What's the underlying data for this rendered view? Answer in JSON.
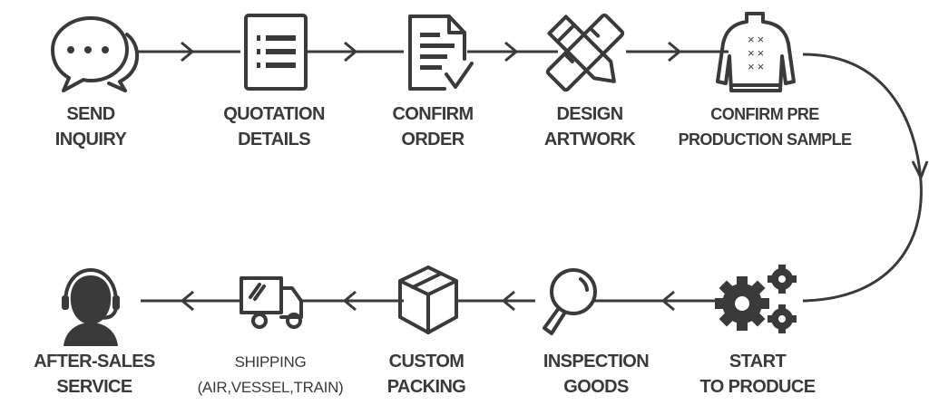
{
  "title": "Order process flow",
  "steps": [
    {
      "icon": "chat-bubbles-icon",
      "line1": "SEND",
      "line2": "INQUIRY"
    },
    {
      "icon": "list-document-icon",
      "line1": "QUOTATION",
      "line2": "DETAILS"
    },
    {
      "icon": "document-check-icon",
      "line1": "CONFIRM",
      "line2": "ORDER"
    },
    {
      "icon": "pencil-ruler-icon",
      "line1": "DESIGN",
      "line2": "ARTWORK"
    },
    {
      "icon": "sweater-icon",
      "line1": "CONFIRM PRE",
      "line2": "PRODUCTION SAMPLE"
    },
    {
      "icon": "gears-icon",
      "line1": "START",
      "line2": "TO PRODUCE"
    },
    {
      "icon": "magnifier-icon",
      "line1": "INSPECTION",
      "line2": "GOODS"
    },
    {
      "icon": "box-icon",
      "line1": "CUSTOM",
      "line2": "PACKING"
    },
    {
      "icon": "truck-icon",
      "line1": "SHIPPING",
      "line2": "(AIR,VESSEL,TRAIN)"
    },
    {
      "icon": "headset-agent-icon",
      "line1": "AFTER-SALES",
      "line2": "SERVICE"
    }
  ],
  "colors": {
    "ink": "#3a3a3a",
    "background": "#ffffff"
  }
}
